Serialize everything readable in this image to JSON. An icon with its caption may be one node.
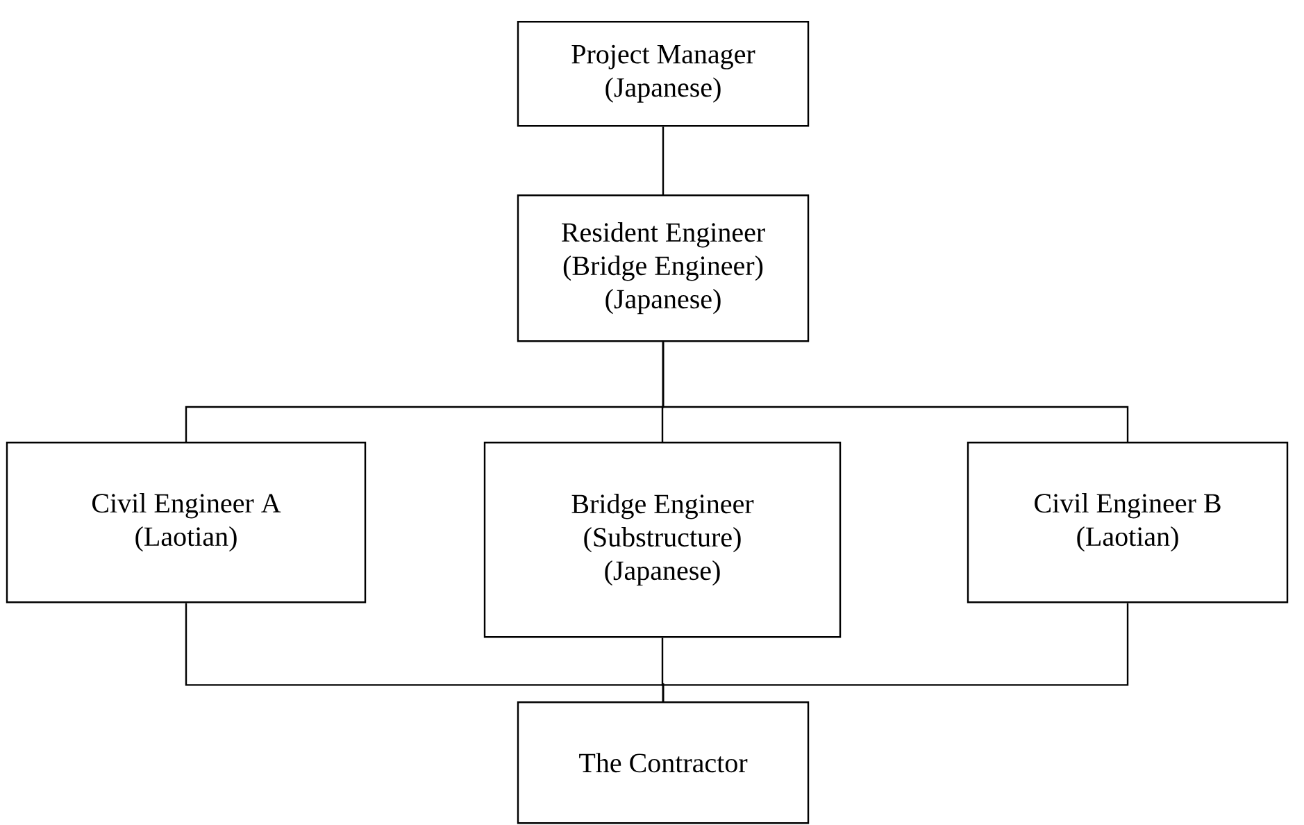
{
  "diagram": {
    "nodes": [
      {
        "text": [
          "Project Manager",
          "(Japanese)"
        ]
      },
      {
        "text": [
          "Resident Engineer",
          "(Bridge Engineer)",
          "(Japanese)"
        ]
      },
      {
        "text": [
          "Civil Engineer A",
          "(Laotian)"
        ]
      },
      {
        "text": [
          "Bridge Engineer",
          "(Substructure)",
          "(Japanese)"
        ]
      },
      {
        "text": [
          "Civil Engineer B",
          "(Laotian)"
        ]
      },
      {
        "text": [
          "The Contractor"
        ]
      }
    ],
    "edges": [
      {
        "from": 0,
        "to": 1,
        "arrow": "none"
      },
      {
        "from": 1,
        "to": 2,
        "arrow": "none"
      },
      {
        "from": 1,
        "to": 3,
        "arrow": "none"
      },
      {
        "from": 1,
        "to": 4,
        "arrow": "none"
      },
      {
        "from": 2,
        "to": 5,
        "arrow": "none"
      },
      {
        "from": 3,
        "to": 5,
        "arrow": "none"
      },
      {
        "from": 4,
        "to": 5,
        "arrow": "none"
      }
    ]
  }
}
